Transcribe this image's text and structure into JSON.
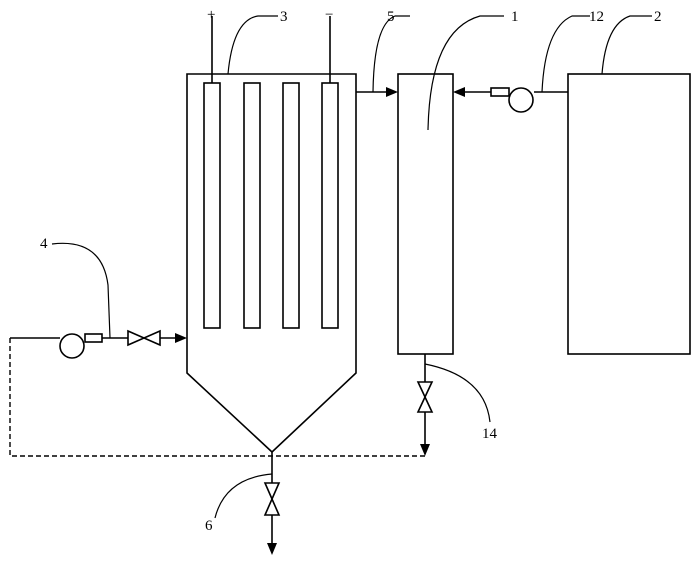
{
  "labels": {
    "tank_separator": "1",
    "tank_right": "2",
    "electrolytic_cell": "3",
    "inlet_pump": "4",
    "transfer_line": "5",
    "bottom_outlet": "6",
    "feed_pump": "12",
    "drain_valve": "14"
  },
  "electrode_signs": {
    "positive": "+",
    "negative": "−"
  }
}
